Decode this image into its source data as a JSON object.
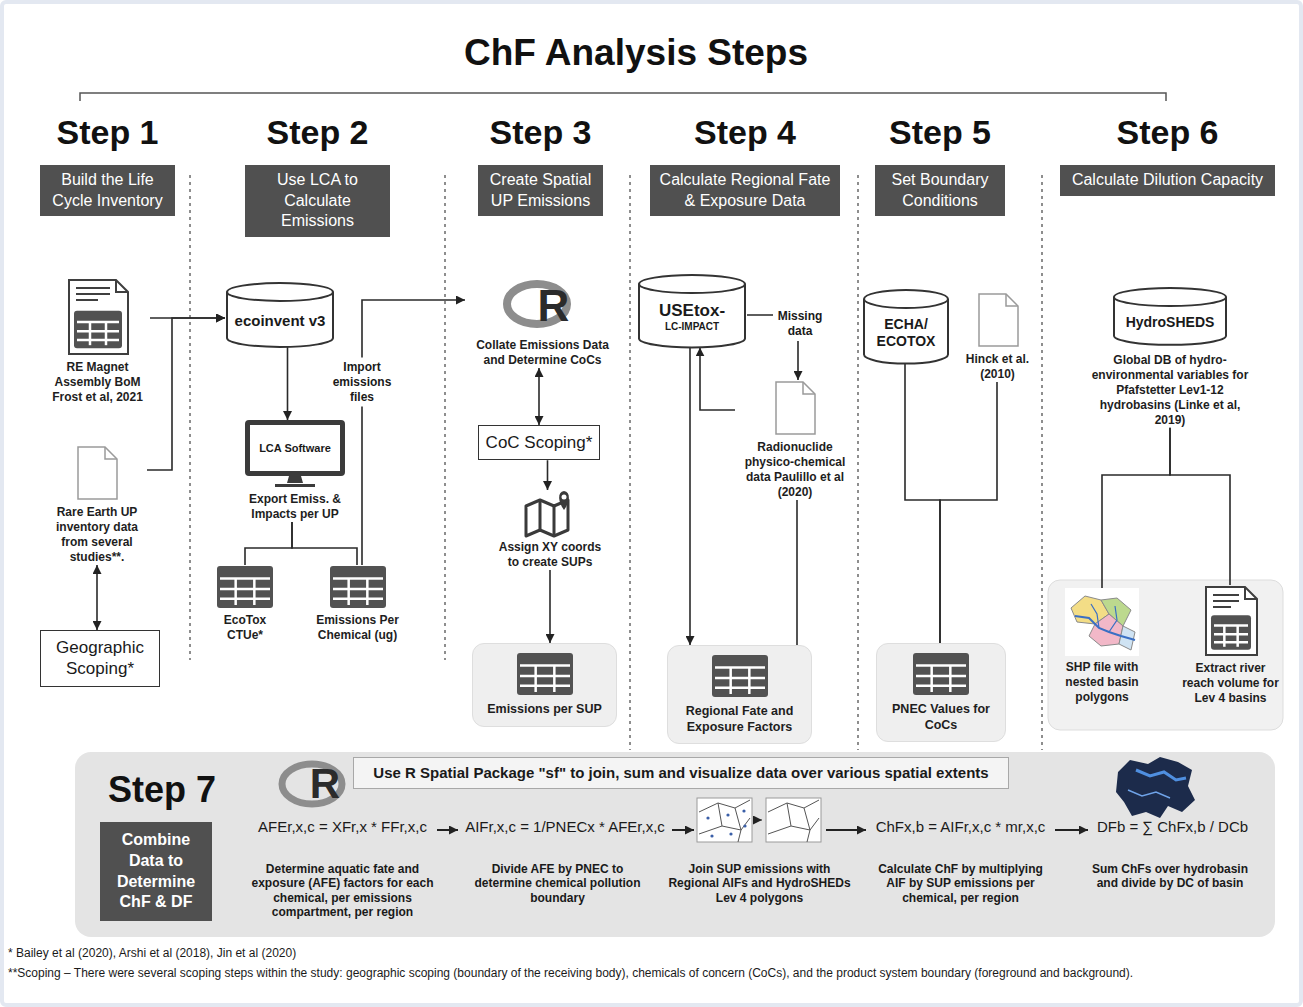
{
  "diagram": {
    "title": "ChF Analysis Steps",
    "nodes": [
      {
        "text": [
          "Step 1",
          "Build the Life Cycle Inventory"
        ]
      },
      {
        "text": [
          "Step 2",
          "Use LCA to Calculate Emissions"
        ]
      },
      {
        "text": [
          "Step 3",
          "Create Spatial UP Emissions"
        ]
      },
      {
        "text": [
          "Step 4",
          "Calculate Regional Fate & Exposure Data"
        ]
      },
      {
        "text": [
          "Step 5",
          "Set Boundary Conditions"
        ]
      },
      {
        "text": [
          "Step 6",
          "Calculate Dilution Capacity"
        ]
      },
      {
        "text": [
          "RE Magnet Assembly BoM Frost et al, 2021"
        ]
      },
      {
        "text": [
          "Rare Earth UP inventory data from several studies**."
        ]
      },
      {
        "text": [
          "Geographic Scoping*"
        ]
      },
      {
        "text": [
          "ecoinvent v3"
        ]
      },
      {
        "text": [
          "LCA Software",
          "Export Emiss. & Impacts per UP"
        ]
      },
      {
        "text": [
          "EcoTox CTUe*"
        ]
      },
      {
        "text": [
          "Emissions Per Chemical (ug)"
        ]
      },
      {
        "text": [
          "R",
          "Collate Emissions Data and Determine CoCs"
        ]
      },
      {
        "text": [
          "CoC Scoping*"
        ]
      },
      {
        "text": [
          "Assign XY coords to create SUPs"
        ]
      },
      {
        "text": [
          "Emissions per SUP"
        ]
      },
      {
        "text": [
          "USEtox-",
          "LC-IMPACT"
        ]
      },
      {
        "text": [
          "Radionuclide physico-chemical data Paulillo et al (2020)"
        ]
      },
      {
        "text": [
          "Regional Fate and Exposure Factors"
        ]
      },
      {
        "text": [
          "ECHA/ ECOTOX"
        ]
      },
      {
        "text": [
          "Hinck et al. (2010)"
        ]
      },
      {
        "text": [
          "PNEC Values for CoCs"
        ]
      },
      {
        "text": [
          "HydroSHEDS",
          "Global DB of hydro-environmental variables for Pfafstetter Lev1-12 hydrobasins (Linke et al, 2019)"
        ]
      },
      {
        "text": [
          "SHP file with nested basin polygons"
        ]
      },
      {
        "text": [
          "Extract river reach volume for Lev 4 basins"
        ]
      },
      {
        "text": [
          "Step 7"
        ]
      },
      {
        "text": [
          "Combine Data to Determine ChF & DF"
        ],
        "in": 26
      },
      {
        "text": [
          "Use R Spatial Package \"sf\" to join, sum and visualize data over various spatial extents"
        ],
        "in": 26
      }
    ],
    "edges": [
      {
        "from": 6,
        "to": 9,
        "arrow": "to"
      },
      {
        "from": 7,
        "to": 9,
        "arrow": "to"
      },
      {
        "from": 7,
        "to": 8,
        "arrow": "both"
      },
      {
        "from": 9,
        "to": 10,
        "arrow": "to"
      },
      {
        "from": 10,
        "to": 11,
        "arrow": "none"
      },
      {
        "from": 10,
        "to": 12,
        "arrow": "none"
      },
      {
        "from": 12,
        "to": 13,
        "label": "Import emissions files",
        "arrow": "to"
      },
      {
        "from": 13,
        "to": 14,
        "arrow": "both"
      },
      {
        "from": 14,
        "to": 15,
        "arrow": "to"
      },
      {
        "from": 15,
        "to": 16,
        "arrow": "to"
      },
      {
        "from": 17,
        "to": 18,
        "label": "Missing data",
        "arrow": "to"
      },
      {
        "from": 18,
        "to": 17,
        "arrow": "to"
      },
      {
        "from": 17,
        "to": 19,
        "arrow": "to"
      },
      {
        "from": 18,
        "to": 19,
        "arrow": "none"
      },
      {
        "from": 20,
        "to": 22,
        "arrow": "none"
      },
      {
        "from": 21,
        "to": 22,
        "arrow": "none"
      },
      {
        "from": 23,
        "to": 24,
        "arrow": "none"
      },
      {
        "from": 23,
        "to": 25,
        "arrow": "none"
      }
    ],
    "labels": [
      "R",
      "AFEr,x,c = XFr,x * FFr,x,c",
      "Determine aquatic fate and exposure (AFE) factors for each chemical, per emissions compartment, per region",
      "AIFr,x,c = 1/PNECx * AFEr,x,c",
      "Divide AFE by PNEC to determine chemical pollution boundary",
      "Join SUP emissions with Regional AIFs and HydroSHEDs Lev 4 polygons",
      "ChFx,b = AIFr,x,c * mr,x,c",
      "Calculate ChF by multiplying AIF by SUP emissions per chemical, per region",
      "DFb = ∑ ChFx,b / DCb",
      "Sum ChFs over hydrobasin and divide by DC of basin",
      "* Bailey et al (2020), Arshi et al (2018), Jin et al (2020)",
      "**Scoping – There were several scoping steps within the study: geographic scoping (boundary of the receiving body), chemicals of concern (CoCs), and the product system boundary (foreground and background)."
    ]
  }
}
